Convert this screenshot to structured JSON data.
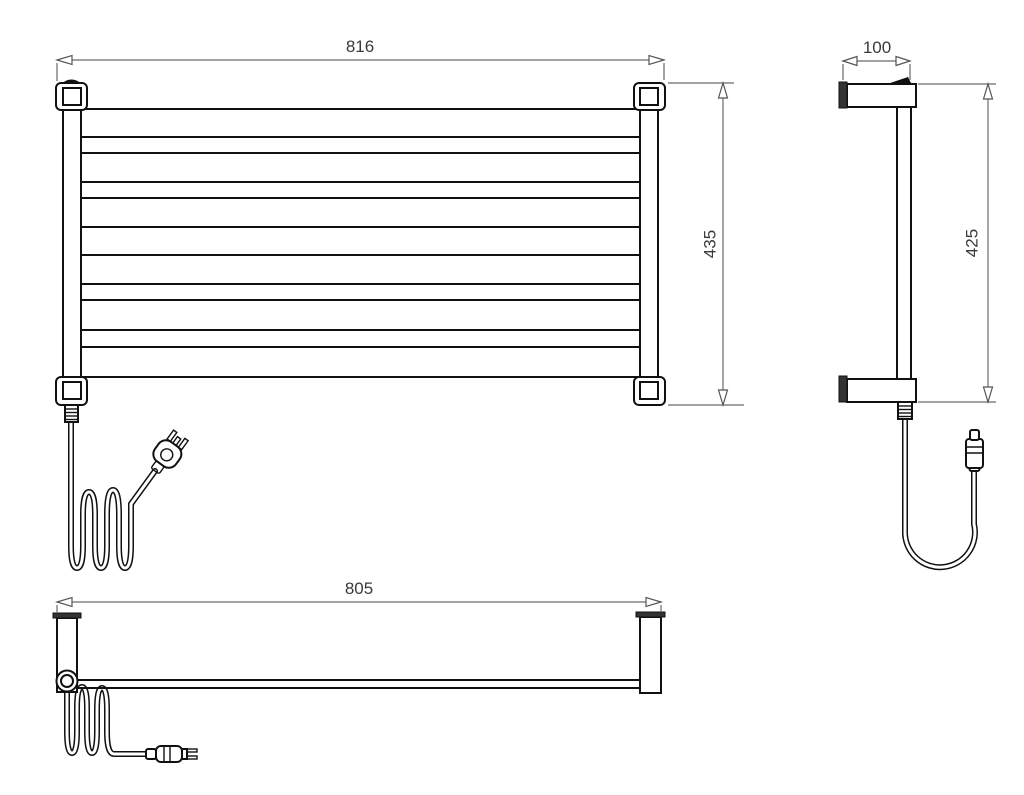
{
  "colors": {
    "background": "#ffffff",
    "part_line": "#111111",
    "dimension_line": "#6a6a6a",
    "dimension_text": "#3a3a3a"
  },
  "views": {
    "front": {
      "width_label": "816",
      "height_label": "435",
      "bar_count": 6
    },
    "side": {
      "depth_label": "100",
      "height_label": "425"
    },
    "plan": {
      "width_label": "805"
    }
  }
}
